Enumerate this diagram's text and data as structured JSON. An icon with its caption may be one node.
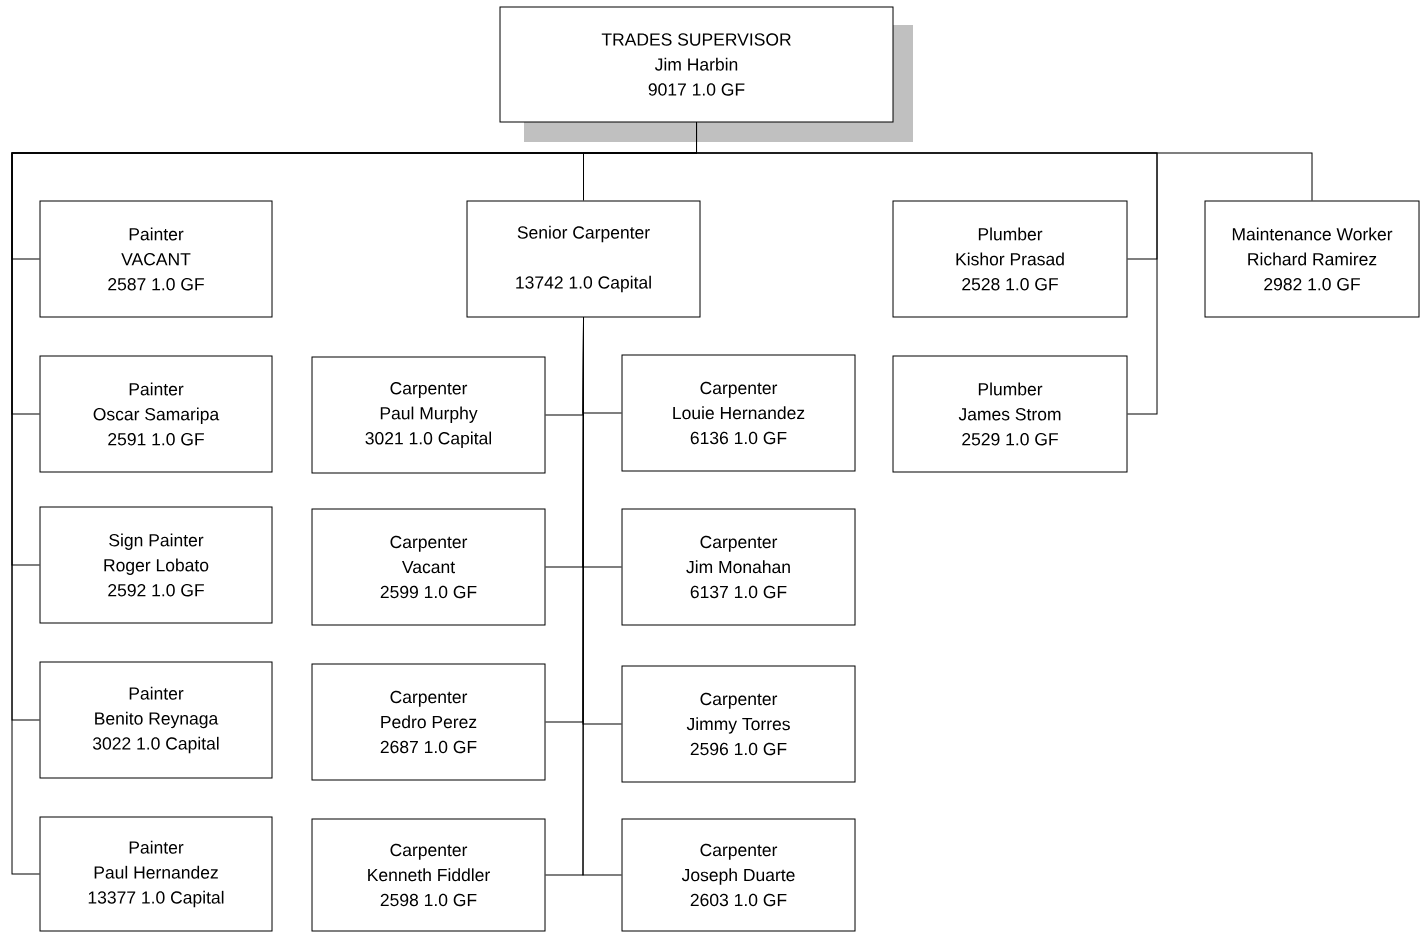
{
  "diagram": {
    "nodes": [
      {
        "text": [
          "TRADES SUPERVISOR",
          "Jim Harbin",
          "9017 1.0 GF"
        ]
      },
      {
        "text": [
          "Painter",
          "VACANT",
          "2587 1.0 GF"
        ]
      },
      {
        "text": [
          "Painter",
          "Oscar Samaripa",
          "2591 1.0 GF"
        ]
      },
      {
        "text": [
          "Sign Painter",
          "Roger Lobato",
          "2592 1.0 GF"
        ]
      },
      {
        "text": [
          "Painter",
          "Benito Reynaga",
          "3022 1.0 Capital"
        ]
      },
      {
        "text": [
          "Painter",
          "Paul Hernandez",
          "13377 1.0 Capital"
        ]
      },
      {
        "text": [
          "Senior Carpenter",
          "13742 1.0 Capital"
        ]
      },
      {
        "text": [
          "Carpenter",
          "Paul Murphy",
          "3021 1.0 Capital"
        ]
      },
      {
        "text": [
          "Carpenter",
          "Louie Hernandez",
          "6136 1.0 GF"
        ]
      },
      {
        "text": [
          "Carpenter",
          "Vacant",
          "2599 1.0 GF"
        ]
      },
      {
        "text": [
          "Carpenter",
          "Jim Monahan",
          "6137 1.0 GF"
        ]
      },
      {
        "text": [
          "Carpenter",
          "Pedro Perez",
          "2687 1.0 GF"
        ]
      },
      {
        "text": [
          "Carpenter",
          "Jimmy Torres",
          "2596 1.0 GF"
        ]
      },
      {
        "text": [
          "Carpenter",
          "Kenneth Fiddler",
          "2598 1.0 GF"
        ]
      },
      {
        "text": [
          "Carpenter",
          "Joseph Duarte",
          "2603 1.0 GF"
        ]
      },
      {
        "text": [
          "Plumber",
          "Kishor Prasad",
          "2528 1.0 GF"
        ]
      },
      {
        "text": [
          "Plumber",
          "James Strom",
          "2529 1.0 GF"
        ]
      },
      {
        "text": [
          "Maintenance Worker",
          "Richard Ramirez",
          "2982 1.0 GF"
        ]
      }
    ],
    "edges": [
      {
        "from": 0,
        "to": 1,
        "arrow": "none"
      },
      {
        "from": 0,
        "to": 2,
        "arrow": "none"
      },
      {
        "from": 0,
        "to": 3,
        "arrow": "none"
      },
      {
        "from": 0,
        "to": 4,
        "arrow": "none"
      },
      {
        "from": 0,
        "to": 5,
        "arrow": "none"
      },
      {
        "from": 0,
        "to": 6,
        "arrow": "none"
      },
      {
        "from": 0,
        "to": 15,
        "arrow": "none"
      },
      {
        "from": 0,
        "to": 16,
        "arrow": "none"
      },
      {
        "from": 0,
        "to": 17,
        "arrow": "none"
      },
      {
        "from": 6,
        "to": 7,
        "arrow": "none"
      },
      {
        "from": 6,
        "to": 8,
        "arrow": "none"
      },
      {
        "from": 6,
        "to": 9,
        "arrow": "none"
      },
      {
        "from": 6,
        "to": 10,
        "arrow": "none"
      },
      {
        "from": 6,
        "to": 11,
        "arrow": "none"
      },
      {
        "from": 6,
        "to": 12,
        "arrow": "none"
      },
      {
        "from": 6,
        "to": 13,
        "arrow": "none"
      },
      {
        "from": 6,
        "to": 14,
        "arrow": "none"
      }
    ]
  }
}
